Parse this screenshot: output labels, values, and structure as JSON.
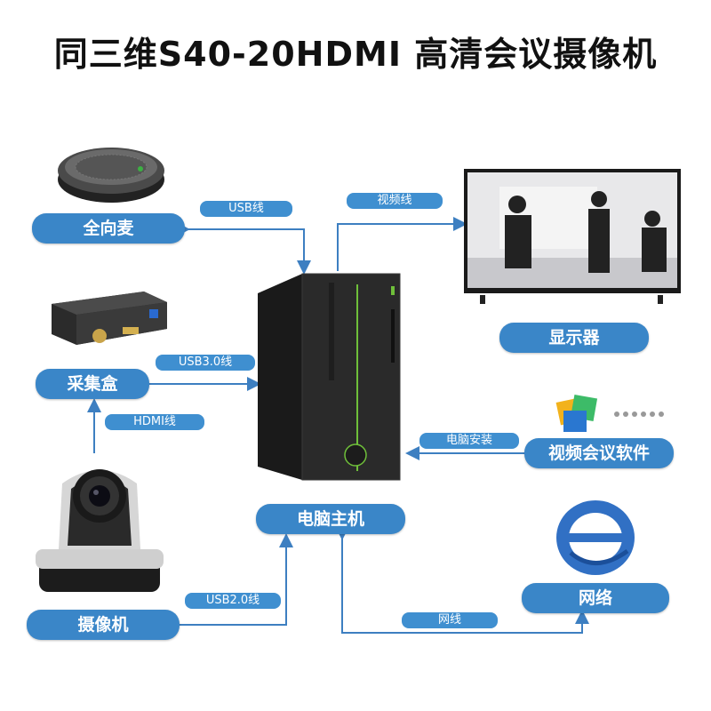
{
  "title": "同三维S40-20HDMI 高清会议摄像机",
  "nodes": {
    "mic": "全向麦",
    "capture_box": "采集盒",
    "camera": "摄像机",
    "host": "电脑主机",
    "display": "显示器",
    "software": "视频会议软件",
    "network": "网络"
  },
  "links": {
    "usb": "USB线",
    "usb30": "USB3.0线",
    "hdmi": "HDMI线",
    "usb20": "USB2.0线",
    "video": "视频线",
    "install": "电脑安装",
    "net": "网线"
  },
  "colors": {
    "accent": "#3a86c8",
    "line": "#3d7fc1"
  },
  "icons": [
    "speakerphone",
    "capture-box",
    "ptz-camera",
    "desktop-pc",
    "tv-monitor",
    "software-cube-icon",
    "network-e-icon"
  ]
}
